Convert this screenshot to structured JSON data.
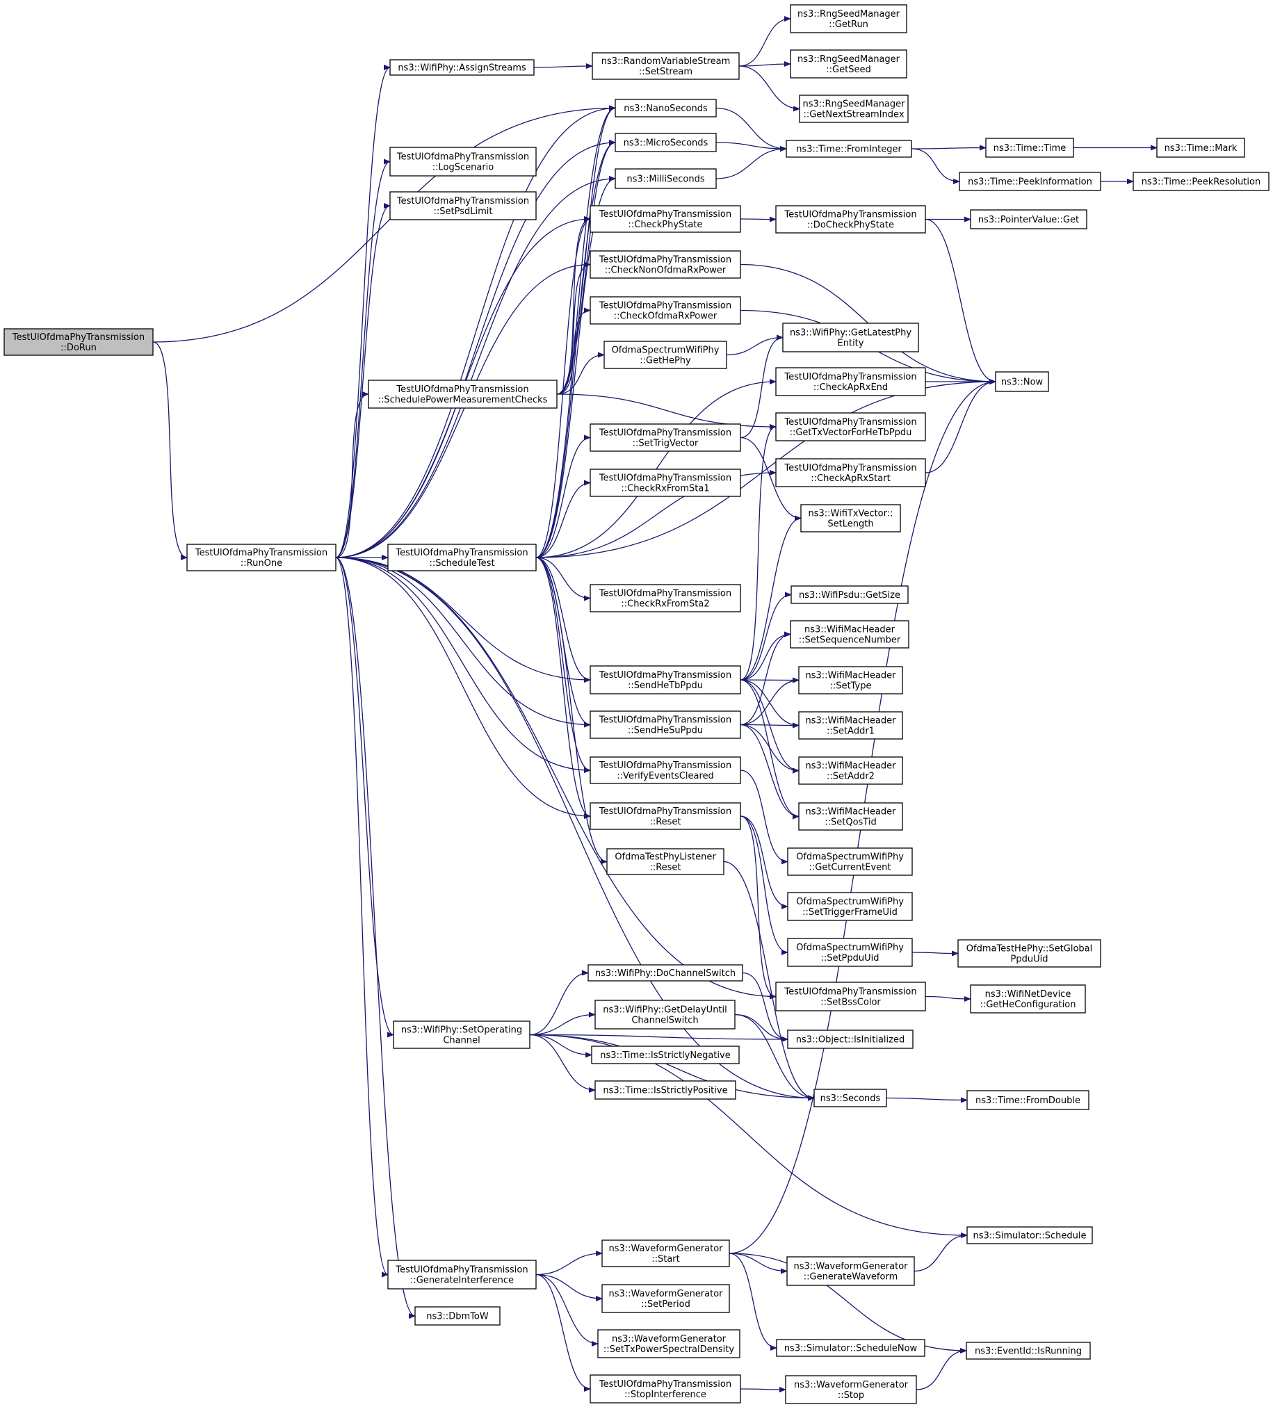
{
  "colors": {
    "edge": "#191970",
    "border_default": "#000000",
    "border_truncated": "#ff0000",
    "fill_default": "#ffffff",
    "fill_root": "#bfbfbf"
  },
  "nodes": [
    {
      "id": "doRun",
      "lines": [
        "TestUlOfdmaPhyTransmission",
        "::DoRun"
      ],
      "kind": "root"
    },
    {
      "id": "runOne",
      "lines": [
        "TestUlOfdmaPhyTransmission",
        "::RunOne"
      ],
      "kind": "normal"
    },
    {
      "id": "assignStreams",
      "lines": [
        "ns3::WifiPhy::AssignStreams"
      ],
      "kind": "normal"
    },
    {
      "id": "logScenario",
      "lines": [
        "TestUlOfdmaPhyTransmission",
        "::LogScenario"
      ],
      "kind": "normal"
    },
    {
      "id": "setPsdLimit",
      "lines": [
        "TestUlOfdmaPhyTransmission",
        "::SetPsdLimit"
      ],
      "kind": "normal"
    },
    {
      "id": "schedPower",
      "lines": [
        "TestUlOfdmaPhyTransmission",
        "::SchedulePowerMeasurementChecks"
      ],
      "kind": "normal"
    },
    {
      "id": "scheduleTest",
      "lines": [
        "TestUlOfdmaPhyTransmission",
        "::ScheduleTest"
      ],
      "kind": "normal"
    },
    {
      "id": "setOperating",
      "lines": [
        "ns3::WifiPhy::SetOperating",
        "Channel"
      ],
      "kind": "normal"
    },
    {
      "id": "genInterf",
      "lines": [
        "TestUlOfdmaPhyTransmission",
        "::GenerateInterference"
      ],
      "kind": "normal"
    },
    {
      "id": "dbmToW",
      "lines": [
        "ns3::DbmToW"
      ],
      "kind": "normal"
    },
    {
      "id": "rvsSetStream",
      "lines": [
        "ns3::RandomVariableStream",
        "::SetStream"
      ],
      "kind": "normal"
    },
    {
      "id": "nanoSeconds",
      "lines": [
        "ns3::NanoSeconds"
      ],
      "kind": "normal"
    },
    {
      "id": "microSeconds",
      "lines": [
        "ns3::MicroSeconds"
      ],
      "kind": "normal"
    },
    {
      "id": "milliSeconds",
      "lines": [
        "ns3::MilliSeconds"
      ],
      "kind": "normal"
    },
    {
      "id": "checkPhyState",
      "lines": [
        "TestUlOfdmaPhyTransmission",
        "::CheckPhyState"
      ],
      "kind": "normal"
    },
    {
      "id": "checkNonOfdma",
      "lines": [
        "TestUlOfdmaPhyTransmission",
        "::CheckNonOfdmaRxPower"
      ],
      "kind": "normal"
    },
    {
      "id": "checkOfdma",
      "lines": [
        "TestUlOfdmaPhyTransmission",
        "::CheckOfdmaRxPower"
      ],
      "kind": "normal"
    },
    {
      "id": "getHePhy",
      "lines": [
        "OfdmaSpectrumWifiPhy",
        "::GetHePhy"
      ],
      "kind": "normal"
    },
    {
      "id": "setTrigVector",
      "lines": [
        "TestUlOfdmaPhyTransmission",
        "::SetTrigVector"
      ],
      "kind": "truncated"
    },
    {
      "id": "checkRxSta1",
      "lines": [
        "TestUlOfdmaPhyTransmission",
        "::CheckRxFromSta1"
      ],
      "kind": "normal"
    },
    {
      "id": "checkRxSta2",
      "lines": [
        "TestUlOfdmaPhyTransmission",
        "::CheckRxFromSta2"
      ],
      "kind": "normal"
    },
    {
      "id": "sendHeTb",
      "lines": [
        "TestUlOfdmaPhyTransmission",
        "::SendHeTbPpdu"
      ],
      "kind": "normal"
    },
    {
      "id": "sendHeSu",
      "lines": [
        "TestUlOfdmaPhyTransmission",
        "::SendHeSuPpdu"
      ],
      "kind": "normal"
    },
    {
      "id": "verifyEvents",
      "lines": [
        "TestUlOfdmaPhyTransmission",
        "::VerifyEventsCleared"
      ],
      "kind": "normal"
    },
    {
      "id": "resetT",
      "lines": [
        "TestUlOfdmaPhyTransmission",
        "::Reset"
      ],
      "kind": "normal"
    },
    {
      "id": "listenerReset",
      "lines": [
        "OfdmaTestPhyListener",
        "::Reset"
      ],
      "kind": "normal"
    },
    {
      "id": "doChannelSwitch",
      "lines": [
        "ns3::WifiPhy::DoChannelSwitch"
      ],
      "kind": "truncated"
    },
    {
      "id": "getDelayUntil",
      "lines": [
        "ns3::WifiPhy::GetDelayUntil",
        "ChannelSwitch"
      ],
      "kind": "truncated"
    },
    {
      "id": "isStrictlyNeg",
      "lines": [
        "ns3::Time::IsStrictlyNegative"
      ],
      "kind": "normal"
    },
    {
      "id": "isStrictlyPos",
      "lines": [
        "ns3::Time::IsStrictlyPositive"
      ],
      "kind": "normal"
    },
    {
      "id": "wgStart",
      "lines": [
        "ns3::WaveformGenerator",
        "::Start"
      ],
      "kind": "normal"
    },
    {
      "id": "wgSetPeriod",
      "lines": [
        "ns3::WaveformGenerator",
        "::SetPeriod"
      ],
      "kind": "normal"
    },
    {
      "id": "wgSetTxPsd",
      "lines": [
        "ns3::WaveformGenerator",
        "::SetTxPowerSpectralDensity"
      ],
      "kind": "normal"
    },
    {
      "id": "stopInterf",
      "lines": [
        "TestUlOfdmaPhyTransmission",
        "::StopInterference"
      ],
      "kind": "normal"
    },
    {
      "id": "rngGetRun",
      "lines": [
        "ns3::RngSeedManager",
        "::GetRun"
      ],
      "kind": "truncated"
    },
    {
      "id": "rngGetSeed",
      "lines": [
        "ns3::RngSeedManager",
        "::GetSeed"
      ],
      "kind": "truncated"
    },
    {
      "id": "rngNextStream",
      "lines": [
        "ns3::RngSeedManager",
        "::GetNextStreamIndex"
      ],
      "kind": "normal"
    },
    {
      "id": "timeFromInteger",
      "lines": [
        "ns3::Time::FromInteger"
      ],
      "kind": "normal"
    },
    {
      "id": "doCheckPhyState",
      "lines": [
        "TestUlOfdmaPhyTransmission",
        "::DoCheckPhyState"
      ],
      "kind": "normal"
    },
    {
      "id": "getLatestPhy",
      "lines": [
        "ns3::WifiPhy::GetLatestPhy",
        "Entity"
      ],
      "kind": "truncated"
    },
    {
      "id": "checkApRxEnd",
      "lines": [
        "TestUlOfdmaPhyTransmission",
        "::CheckApRxEnd"
      ],
      "kind": "normal"
    },
    {
      "id": "getTxVector",
      "lines": [
        "TestUlOfdmaPhyTransmission",
        "::GetTxVectorForHeTbPpdu"
      ],
      "kind": "truncated"
    },
    {
      "id": "checkApRxStart",
      "lines": [
        "TestUlOfdmaPhyTransmission",
        "::CheckApRxStart"
      ],
      "kind": "normal"
    },
    {
      "id": "txVecSetLength",
      "lines": [
        "ns3::WifiTxVector::",
        "SetLength"
      ],
      "kind": "normal"
    },
    {
      "id": "psduGetSize",
      "lines": [
        "ns3::WifiPsdu::GetSize"
      ],
      "kind": "normal"
    },
    {
      "id": "macSetSeq",
      "lines": [
        "ns3::WifiMacHeader",
        "::SetSequenceNumber"
      ],
      "kind": "normal"
    },
    {
      "id": "macSetType",
      "lines": [
        "ns3::WifiMacHeader",
        "::SetType"
      ],
      "kind": "normal"
    },
    {
      "id": "macSetAddr1",
      "lines": [
        "ns3::WifiMacHeader",
        "::SetAddr1"
      ],
      "kind": "normal"
    },
    {
      "id": "macSetAddr2",
      "lines": [
        "ns3::WifiMacHeader",
        "::SetAddr2"
      ],
      "kind": "normal"
    },
    {
      "id": "macSetQos",
      "lines": [
        "ns3::WifiMacHeader",
        "::SetQosTid"
      ],
      "kind": "normal"
    },
    {
      "id": "getCurrentEvent",
      "lines": [
        "OfdmaSpectrumWifiPhy",
        "::GetCurrentEvent"
      ],
      "kind": "normal"
    },
    {
      "id": "setTriggerUid",
      "lines": [
        "OfdmaSpectrumWifiPhy",
        "::SetTriggerFrameUid"
      ],
      "kind": "normal"
    },
    {
      "id": "setPpduUid",
      "lines": [
        "OfdmaSpectrumWifiPhy",
        "::SetPpduUid"
      ],
      "kind": "normal"
    },
    {
      "id": "setBssColor",
      "lines": [
        "TestUlOfdmaPhyTransmission",
        "::SetBssColor"
      ],
      "kind": "normal"
    },
    {
      "id": "objIsInit",
      "lines": [
        "ns3::Object::IsInitialized"
      ],
      "kind": "normal"
    },
    {
      "id": "seconds",
      "lines": [
        "ns3::Seconds"
      ],
      "kind": "normal"
    },
    {
      "id": "simSchedule",
      "lines": [
        "ns3::Simulator::Schedule"
      ],
      "kind": "truncated"
    },
    {
      "id": "wgGenerate",
      "lines": [
        "ns3::WaveformGenerator",
        "::GenerateWaveform"
      ],
      "kind": "truncated"
    },
    {
      "id": "simScheduleNow",
      "lines": [
        "ns3::Simulator::ScheduleNow"
      ],
      "kind": "truncated"
    },
    {
      "id": "eventIsRunning",
      "lines": [
        "ns3::EventId::IsRunning"
      ],
      "kind": "truncated"
    },
    {
      "id": "wgStop",
      "lines": [
        "ns3::WaveformGenerator",
        "::Stop"
      ],
      "kind": "truncated"
    },
    {
      "id": "timeTime",
      "lines": [
        "ns3::Time::Time"
      ],
      "kind": "normal"
    },
    {
      "id": "timePeekInfo",
      "lines": [
        "ns3::Time::PeekInformation"
      ],
      "kind": "normal"
    },
    {
      "id": "pointerGet",
      "lines": [
        "ns3::PointerValue::Get"
      ],
      "kind": "truncated"
    },
    {
      "id": "now",
      "lines": [
        "ns3::Now"
      ],
      "kind": "truncated"
    },
    {
      "id": "timeFromDouble",
      "lines": [
        "ns3::Time::FromDouble"
      ],
      "kind": "truncated"
    },
    {
      "id": "timeMark",
      "lines": [
        "ns3::Time::Mark"
      ],
      "kind": "normal"
    },
    {
      "id": "peekResolution",
      "lines": [
        "ns3::Time::PeekResolution"
      ],
      "kind": "truncated"
    },
    {
      "id": "setGlobalUid",
      "lines": [
        "OfdmaTestHePhy::SetGlobal",
        "PpduUid"
      ],
      "kind": "normal"
    },
    {
      "id": "getHeConfig",
      "lines": [
        "ns3::WifiNetDevice",
        "::GetHeConfiguration"
      ],
      "kind": "normal"
    }
  ],
  "edges": [
    [
      "doRun",
      "runOne"
    ],
    [
      "doRun",
      "nanoSeconds"
    ],
    [
      "runOne",
      "assignStreams"
    ],
    [
      "runOne",
      "nanoSeconds"
    ],
    [
      "runOne",
      "microSeconds"
    ],
    [
      "runOne",
      "milliSeconds"
    ],
    [
      "runOne",
      "logScenario"
    ],
    [
      "runOne",
      "setPsdLimit"
    ],
    [
      "runOne",
      "checkPhyState"
    ],
    [
      "runOne",
      "checkNonOfdma"
    ],
    [
      "runOne",
      "schedPower"
    ],
    [
      "runOne",
      "scheduleTest"
    ],
    [
      "runOne",
      "sendHeTb"
    ],
    [
      "runOne",
      "sendHeSu"
    ],
    [
      "runOne",
      "verifyEvents"
    ],
    [
      "runOne",
      "resetT"
    ],
    [
      "runOne",
      "setBssColor"
    ],
    [
      "runOne",
      "setOperating"
    ],
    [
      "runOne",
      "seconds"
    ],
    [
      "runOne",
      "genInterf"
    ],
    [
      "runOne",
      "dbmToW"
    ],
    [
      "assignStreams",
      "rvsSetStream"
    ],
    [
      "rvsSetStream",
      "rngGetRun"
    ],
    [
      "rvsSetStream",
      "rngGetSeed"
    ],
    [
      "rvsSetStream",
      "rngNextStream"
    ],
    [
      "nanoSeconds",
      "timeFromInteger"
    ],
    [
      "microSeconds",
      "timeFromInteger"
    ],
    [
      "milliSeconds",
      "timeFromInteger"
    ],
    [
      "timeFromInteger",
      "timeTime"
    ],
    [
      "timeFromInteger",
      "timePeekInfo"
    ],
    [
      "timeTime",
      "timeMark"
    ],
    [
      "timePeekInfo",
      "peekResolution"
    ],
    [
      "schedPower",
      "nanoSeconds"
    ],
    [
      "schedPower",
      "microSeconds"
    ],
    [
      "schedPower",
      "checkPhyState"
    ],
    [
      "schedPower",
      "checkNonOfdma"
    ],
    [
      "schedPower",
      "checkOfdma"
    ],
    [
      "schedPower",
      "getHePhy"
    ],
    [
      "schedPower",
      "getTxVector"
    ],
    [
      "scheduleTest",
      "nanoSeconds"
    ],
    [
      "scheduleTest",
      "microSeconds"
    ],
    [
      "scheduleTest",
      "milliSeconds"
    ],
    [
      "scheduleTest",
      "checkPhyState"
    ],
    [
      "scheduleTest",
      "setTrigVector"
    ],
    [
      "scheduleTest",
      "checkRxSta1"
    ],
    [
      "scheduleTest",
      "checkApRxEnd"
    ],
    [
      "scheduleTest",
      "checkApRxStart"
    ],
    [
      "scheduleTest",
      "checkRxSta2"
    ],
    [
      "scheduleTest",
      "now"
    ],
    [
      "scheduleTest",
      "sendHeTb"
    ],
    [
      "scheduleTest",
      "sendHeSu"
    ],
    [
      "scheduleTest",
      "verifyEvents"
    ],
    [
      "scheduleTest",
      "resetT"
    ],
    [
      "scheduleTest",
      "listenerReset"
    ],
    [
      "checkPhyState",
      "doCheckPhyState"
    ],
    [
      "doCheckPhyState",
      "pointerGet"
    ],
    [
      "doCheckPhyState",
      "now"
    ],
    [
      "checkNonOfdma",
      "now"
    ],
    [
      "checkOfdma",
      "now"
    ],
    [
      "getHePhy",
      "getLatestPhy"
    ],
    [
      "setTrigVector",
      "getLatestPhy"
    ],
    [
      "setTrigVector",
      "txVecSetLength"
    ],
    [
      "checkApRxEnd",
      "now"
    ],
    [
      "checkApRxStart",
      "now"
    ],
    [
      "sendHeTb",
      "psduGetSize"
    ],
    [
      "sendHeTb",
      "macSetSeq"
    ],
    [
      "sendHeTb",
      "macSetType"
    ],
    [
      "sendHeTb",
      "macSetAddr1"
    ],
    [
      "sendHeTb",
      "macSetAddr2"
    ],
    [
      "sendHeTb",
      "macSetQos"
    ],
    [
      "sendHeTb",
      "getTxVector"
    ],
    [
      "sendHeTb",
      "txVecSetLength"
    ],
    [
      "sendHeSu",
      "macSetSeq"
    ],
    [
      "sendHeSu",
      "macSetType"
    ],
    [
      "sendHeSu",
      "macSetAddr1"
    ],
    [
      "sendHeSu",
      "macSetAddr2"
    ],
    [
      "sendHeSu",
      "macSetQos"
    ],
    [
      "verifyEvents",
      "getCurrentEvent"
    ],
    [
      "resetT",
      "setTriggerUid"
    ],
    [
      "resetT",
      "setPpduUid"
    ],
    [
      "resetT",
      "setBssColor"
    ],
    [
      "listenerReset",
      "seconds"
    ],
    [
      "setPpduUid",
      "setGlobalUid"
    ],
    [
      "setBssColor",
      "getHeConfig"
    ],
    [
      "setOperating",
      "doChannelSwitch"
    ],
    [
      "setOperating",
      "getDelayUntil"
    ],
    [
      "setOperating",
      "isStrictlyNeg"
    ],
    [
      "setOperating",
      "isStrictlyPos"
    ],
    [
      "setOperating",
      "objIsInit"
    ],
    [
      "setOperating",
      "seconds"
    ],
    [
      "setOperating",
      "simSchedule"
    ],
    [
      "doChannelSwitch",
      "objIsInit"
    ],
    [
      "getDelayUntil",
      "objIsInit"
    ],
    [
      "getDelayUntil",
      "seconds"
    ],
    [
      "seconds",
      "timeFromDouble"
    ],
    [
      "genInterf",
      "wgStart"
    ],
    [
      "genInterf",
      "wgSetPeriod"
    ],
    [
      "genInterf",
      "wgSetTxPsd"
    ],
    [
      "genInterf",
      "stopInterf"
    ],
    [
      "wgStart",
      "now"
    ],
    [
      "wgStart",
      "wgGenerate"
    ],
    [
      "wgStart",
      "simScheduleNow"
    ],
    [
      "wgStart",
      "eventIsRunning"
    ],
    [
      "wgGenerate",
      "simSchedule"
    ],
    [
      "stopInterf",
      "wgStop"
    ],
    [
      "wgStop",
      "eventIsRunning"
    ]
  ]
}
